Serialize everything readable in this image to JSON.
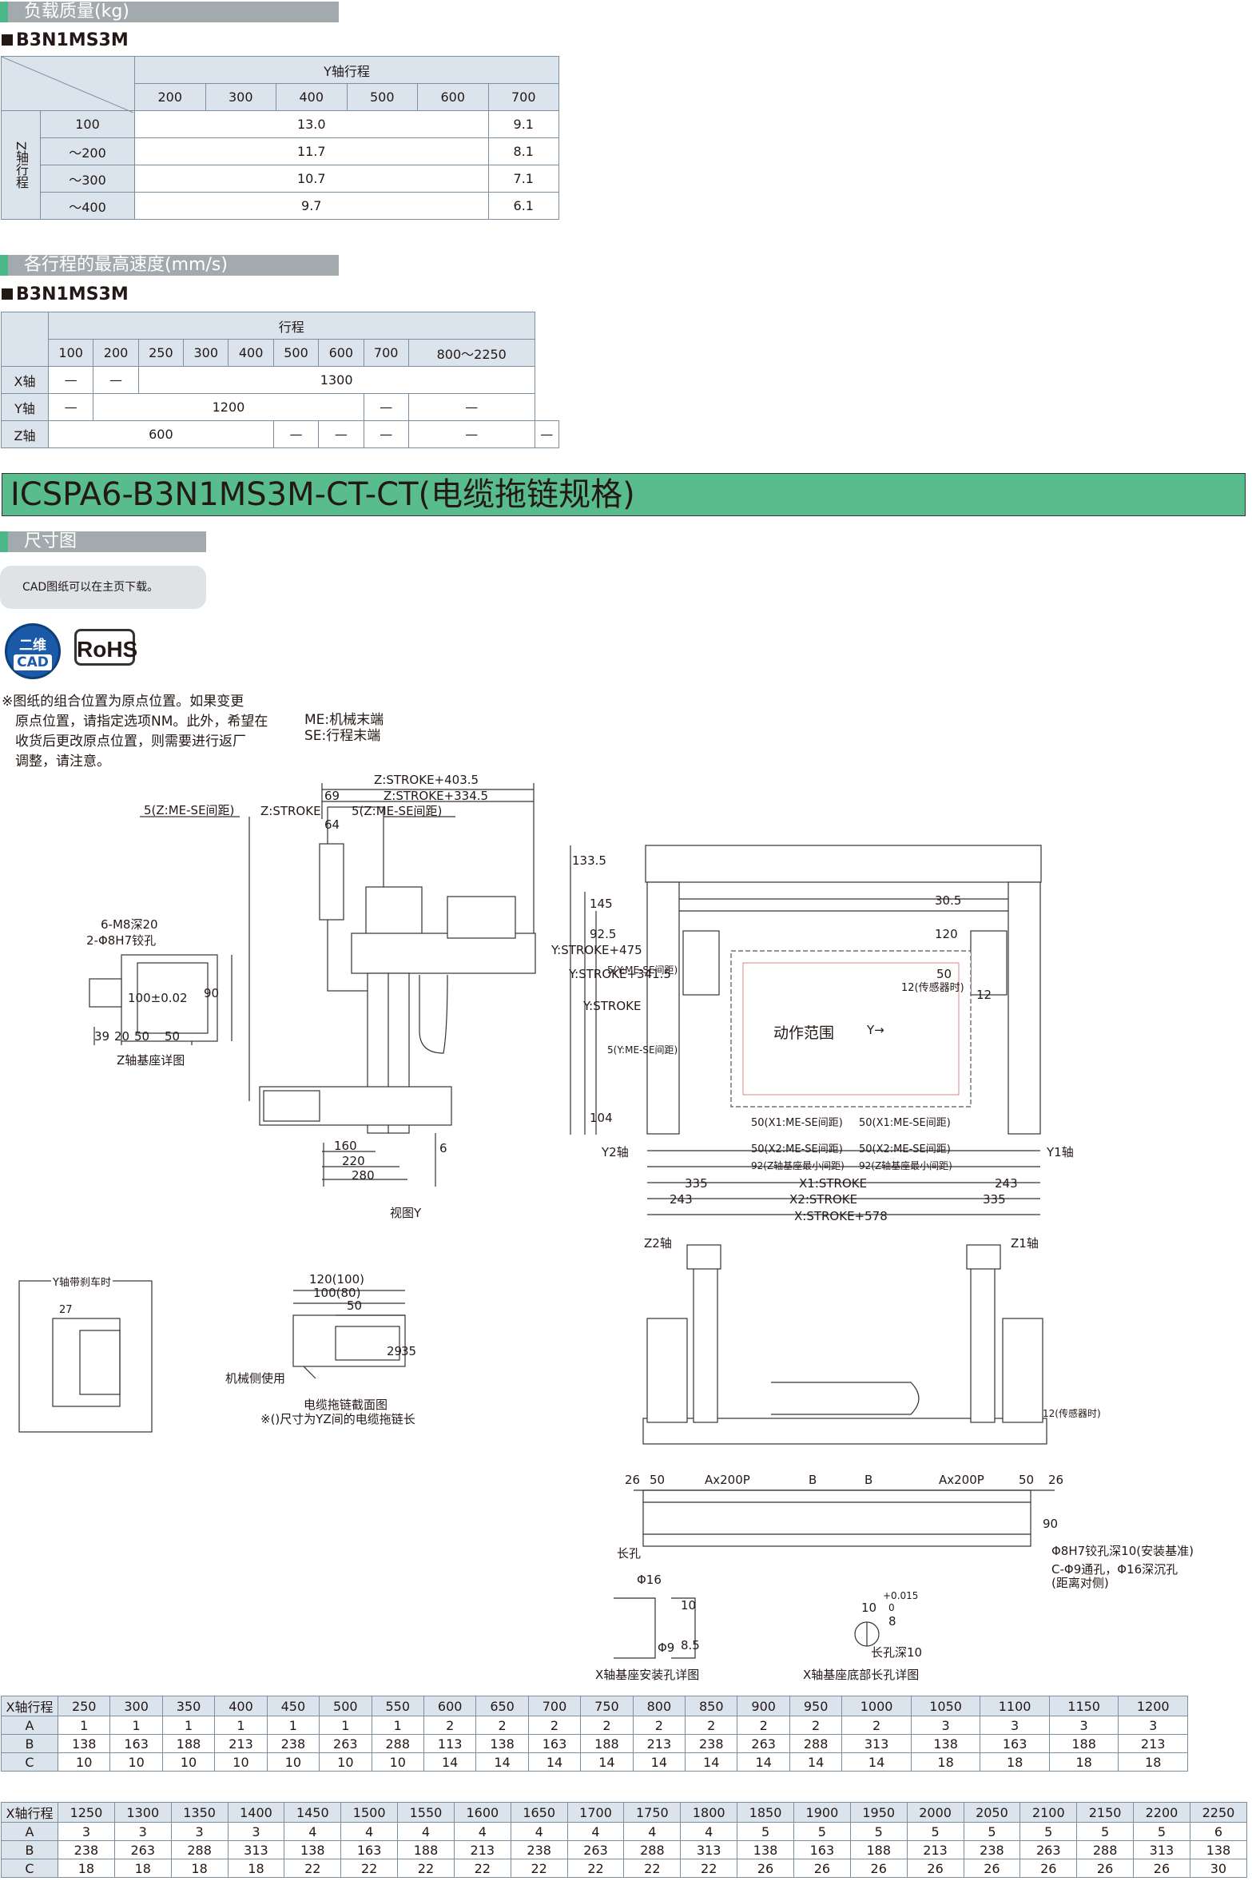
{
  "load": {
    "title": "负载质量(kg)",
    "model": "B3N1MS3M",
    "y_label": "Y轴行程",
    "z_label": "Z轴行程",
    "y_values": [
      "200",
      "300",
      "400",
      "500",
      "600",
      "700"
    ],
    "rows": [
      {
        "z": "100",
        "main": "13.0",
        "last": "9.1"
      },
      {
        "z": "～200",
        "main": "11.7",
        "last": "8.1"
      },
      {
        "z": "～300",
        "main": "10.7",
        "last": "7.1"
      },
      {
        "z": "～400",
        "main": "9.7",
        "last": "6.1"
      }
    ]
  },
  "speed": {
    "title": "各行程的最高速度(mm/s)",
    "model": "B3N1MS3M",
    "stroke_label": "行程",
    "strokes": [
      "100",
      "200",
      "250",
      "300",
      "400",
      "500",
      "600",
      "700",
      "800～2250"
    ],
    "x_axis": {
      "name": "X轴",
      "c1": "—",
      "c2": "—",
      "span": "1300"
    },
    "y_axis": {
      "name": "Y轴",
      "c1": "—",
      "span": "1200",
      "c8": "—",
      "c9": "—"
    },
    "z_axis": {
      "name": "Z轴",
      "span": "600",
      "c5": "—",
      "c6": "—",
      "c7": "—",
      "c8": "—",
      "c9": "—"
    }
  },
  "product_title": "ICSPA6-B3N1MS3M-CT-CT(电缆拖链规格)",
  "dim_title": "尺寸图",
  "cad_note": "CAD图纸可以在主页下载。",
  "cad_badge": {
    "l1": "二维",
    "l2": "CAD"
  },
  "rohs": "RoHS",
  "notes": {
    "origin": [
      "※图纸的组合位置为原点位置。如果变更",
      "原点位置，请指定选项NM。此外，希望在",
      "收货后更改原点位置，则需要进行返厂",
      "调整，请注意。"
    ],
    "me": "ME:机械末端",
    "se": "SE:行程末端"
  },
  "labels": {
    "z_stroke_403": "Z:STROKE+403.5",
    "z_stroke_334": "Z:STROKE+334.5",
    "d69": "69",
    "z_me_se_left": "5(Z:ME-SE间距)",
    "z_stroke": "Z:STROKE",
    "z_me_se": "5(Z:ME-SE间距)",
    "d64": "64",
    "m8": "6-M8深20",
    "h7": "2-Φ8H7铰孔",
    "d100": "100±0.02",
    "d90": "90",
    "d39": "39",
    "d20": "20",
    "d50a": "50",
    "d50b": "50",
    "z_base": "Z轴基座详图",
    "d160": "160",
    "d220": "220",
    "d280": "280",
    "d6": "6",
    "view_y": "视图Y",
    "y_brake": "Y轴带刹车时",
    "d27": "27",
    "c120": "120(100)",
    "c100": "100(80)",
    "c50": "50",
    "c29": "29",
    "c35": "35",
    "mech_side": "机械侧使用",
    "cable_sec": "电缆拖链截面图",
    "cable_note": "※()尺寸为YZ间的电缆拖链长",
    "d133": "133.5",
    "d145": "145",
    "d92": "92.5",
    "d104": "104",
    "y475": "Y:STROKE+475",
    "y341": "Y:STROKE+341.5",
    "ystroke": "Y:STROKE",
    "y_me_se1": "5(Y:ME-SE间距)",
    "y_me_se2": "5(Y:ME-SE间距)",
    "d305": "30.5",
    "d120": "120",
    "d50c": "50",
    "d12": "12",
    "sensor": "12(传感器时)",
    "range": "动作范围",
    "y_arrow": "Y→",
    "x1_me": "50(X1:ME-SE间距)",
    "x1_me_r": "50(X1:ME-SE间距)",
    "x2_me": "50(X2:ME-SE间距)",
    "x2_me_r": "50(X2:ME-SE间距)",
    "z92": "92(Z轴基座最小间距)",
    "z92r": "92(Z轴基座最小间距)",
    "y2": "Y2轴",
    "y1": "Y1轴",
    "d335": "335",
    "d243r": "243",
    "x1stroke": "X1:STROKE",
    "d243": "243",
    "x2stroke": "X2:STROKE",
    "d335r": "335",
    "xstroke": "X:STROKE+578",
    "z2": "Z2轴",
    "z1": "Z1轴",
    "sensor2": "12(传感器时)",
    "b26": "26",
    "b50": "50",
    "bA": "Ax200P",
    "bB": "B",
    "bB2": "B",
    "bA2": "Ax200P",
    "b50r": "50",
    "b26r": "26",
    "b90": "90",
    "slot": "长孔",
    "h7b": "Φ8H7铰孔深10(安装基准)",
    "c9": "C-Φ9通孔，Φ16深沉孔",
    "c9b": "(距离对侧)",
    "p16": "Φ16",
    "p10": "10",
    "p9": "Φ9",
    "p85": "8.5",
    "xmount": "X轴基座安装孔详图",
    "s10": "10",
    "s8": "8",
    "s0015": "+0.015",
    "s0": "0",
    "slot10": "长孔深10",
    "xslot": "X轴基座底部长孔详图"
  },
  "x_table_1": {
    "head": "X轴行程",
    "strokes": [
      "250",
      "300",
      "350",
      "400",
      "450",
      "500",
      "550",
      "600",
      "650",
      "700",
      "750",
      "800",
      "850",
      "900",
      "950",
      "1000",
      "1050",
      "1100",
      "1150",
      "1200"
    ],
    "A": [
      "1",
      "1",
      "1",
      "1",
      "1",
      "1",
      "1",
      "2",
      "2",
      "2",
      "2",
      "2",
      "2",
      "2",
      "2",
      "2",
      "3",
      "3",
      "3",
      "3"
    ],
    "B": [
      "138",
      "163",
      "188",
      "213",
      "238",
      "263",
      "288",
      "113",
      "138",
      "163",
      "188",
      "213",
      "238",
      "263",
      "288",
      "313",
      "138",
      "163",
      "188",
      "213"
    ],
    "C": [
      "10",
      "10",
      "10",
      "10",
      "10",
      "10",
      "10",
      "14",
      "14",
      "14",
      "14",
      "14",
      "14",
      "14",
      "14",
      "14",
      "18",
      "18",
      "18",
      "18"
    ]
  },
  "x_table_2": {
    "head": "X轴行程",
    "strokes": [
      "1250",
      "1300",
      "1350",
      "1400",
      "1450",
      "1500",
      "1550",
      "1600",
      "1650",
      "1700",
      "1750",
      "1800",
      "1850",
      "1900",
      "1950",
      "2000",
      "2050",
      "2100",
      "2150",
      "2200",
      "2250"
    ],
    "A": [
      "3",
      "3",
      "3",
      "3",
      "4",
      "4",
      "4",
      "4",
      "4",
      "4",
      "4",
      "4",
      "5",
      "5",
      "5",
      "5",
      "5",
      "5",
      "5",
      "5",
      "6"
    ],
    "B": [
      "238",
      "263",
      "288",
      "313",
      "138",
      "163",
      "188",
      "213",
      "238",
      "263",
      "288",
      "313",
      "138",
      "163",
      "188",
      "213",
      "238",
      "263",
      "288",
      "313",
      "138"
    ],
    "C": [
      "18",
      "18",
      "18",
      "18",
      "22",
      "22",
      "22",
      "22",
      "22",
      "22",
      "22",
      "22",
      "26",
      "26",
      "26",
      "26",
      "26",
      "26",
      "26",
      "26",
      "30"
    ]
  },
  "row_names": {
    "A": "A",
    "B": "B",
    "C": "C"
  }
}
